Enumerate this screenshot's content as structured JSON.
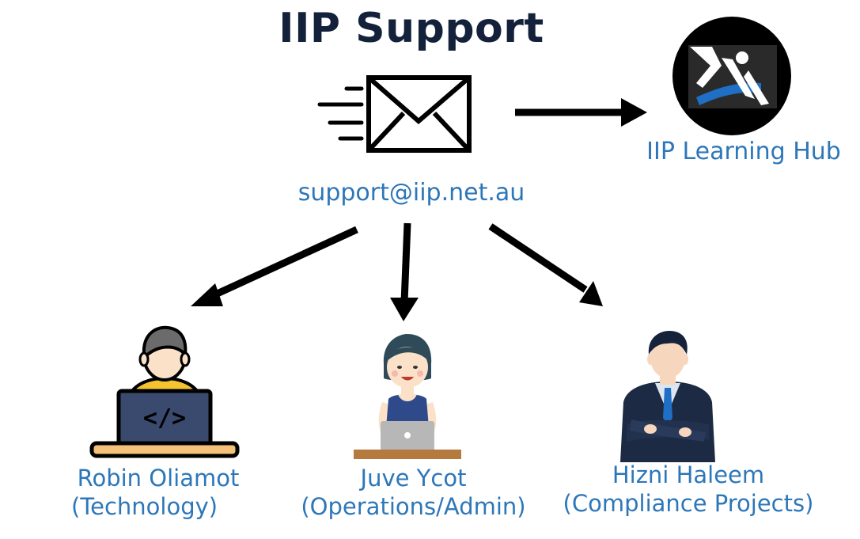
{
  "title": "IIP Support",
  "email": "support@iip.net.au",
  "hub": {
    "label": "IIP Learning Hub",
    "icon": "iip-logo-icon"
  },
  "people": [
    {
      "name": "Robin Oliamot",
      "role": "(Technology)",
      "icon": "developer-laptop-icon"
    },
    {
      "name": "Juve Ycot",
      "role": "(Operations/Admin)",
      "icon": "woman-laptop-icon"
    },
    {
      "name": "Hizni Haleem",
      "role": "(Compliance Projects)",
      "icon": "businessman-icon"
    }
  ],
  "colors": {
    "title": "#14213a",
    "label": "#2d77b9",
    "arrow": "#000000",
    "logo_blue": "#1f6fc4"
  }
}
